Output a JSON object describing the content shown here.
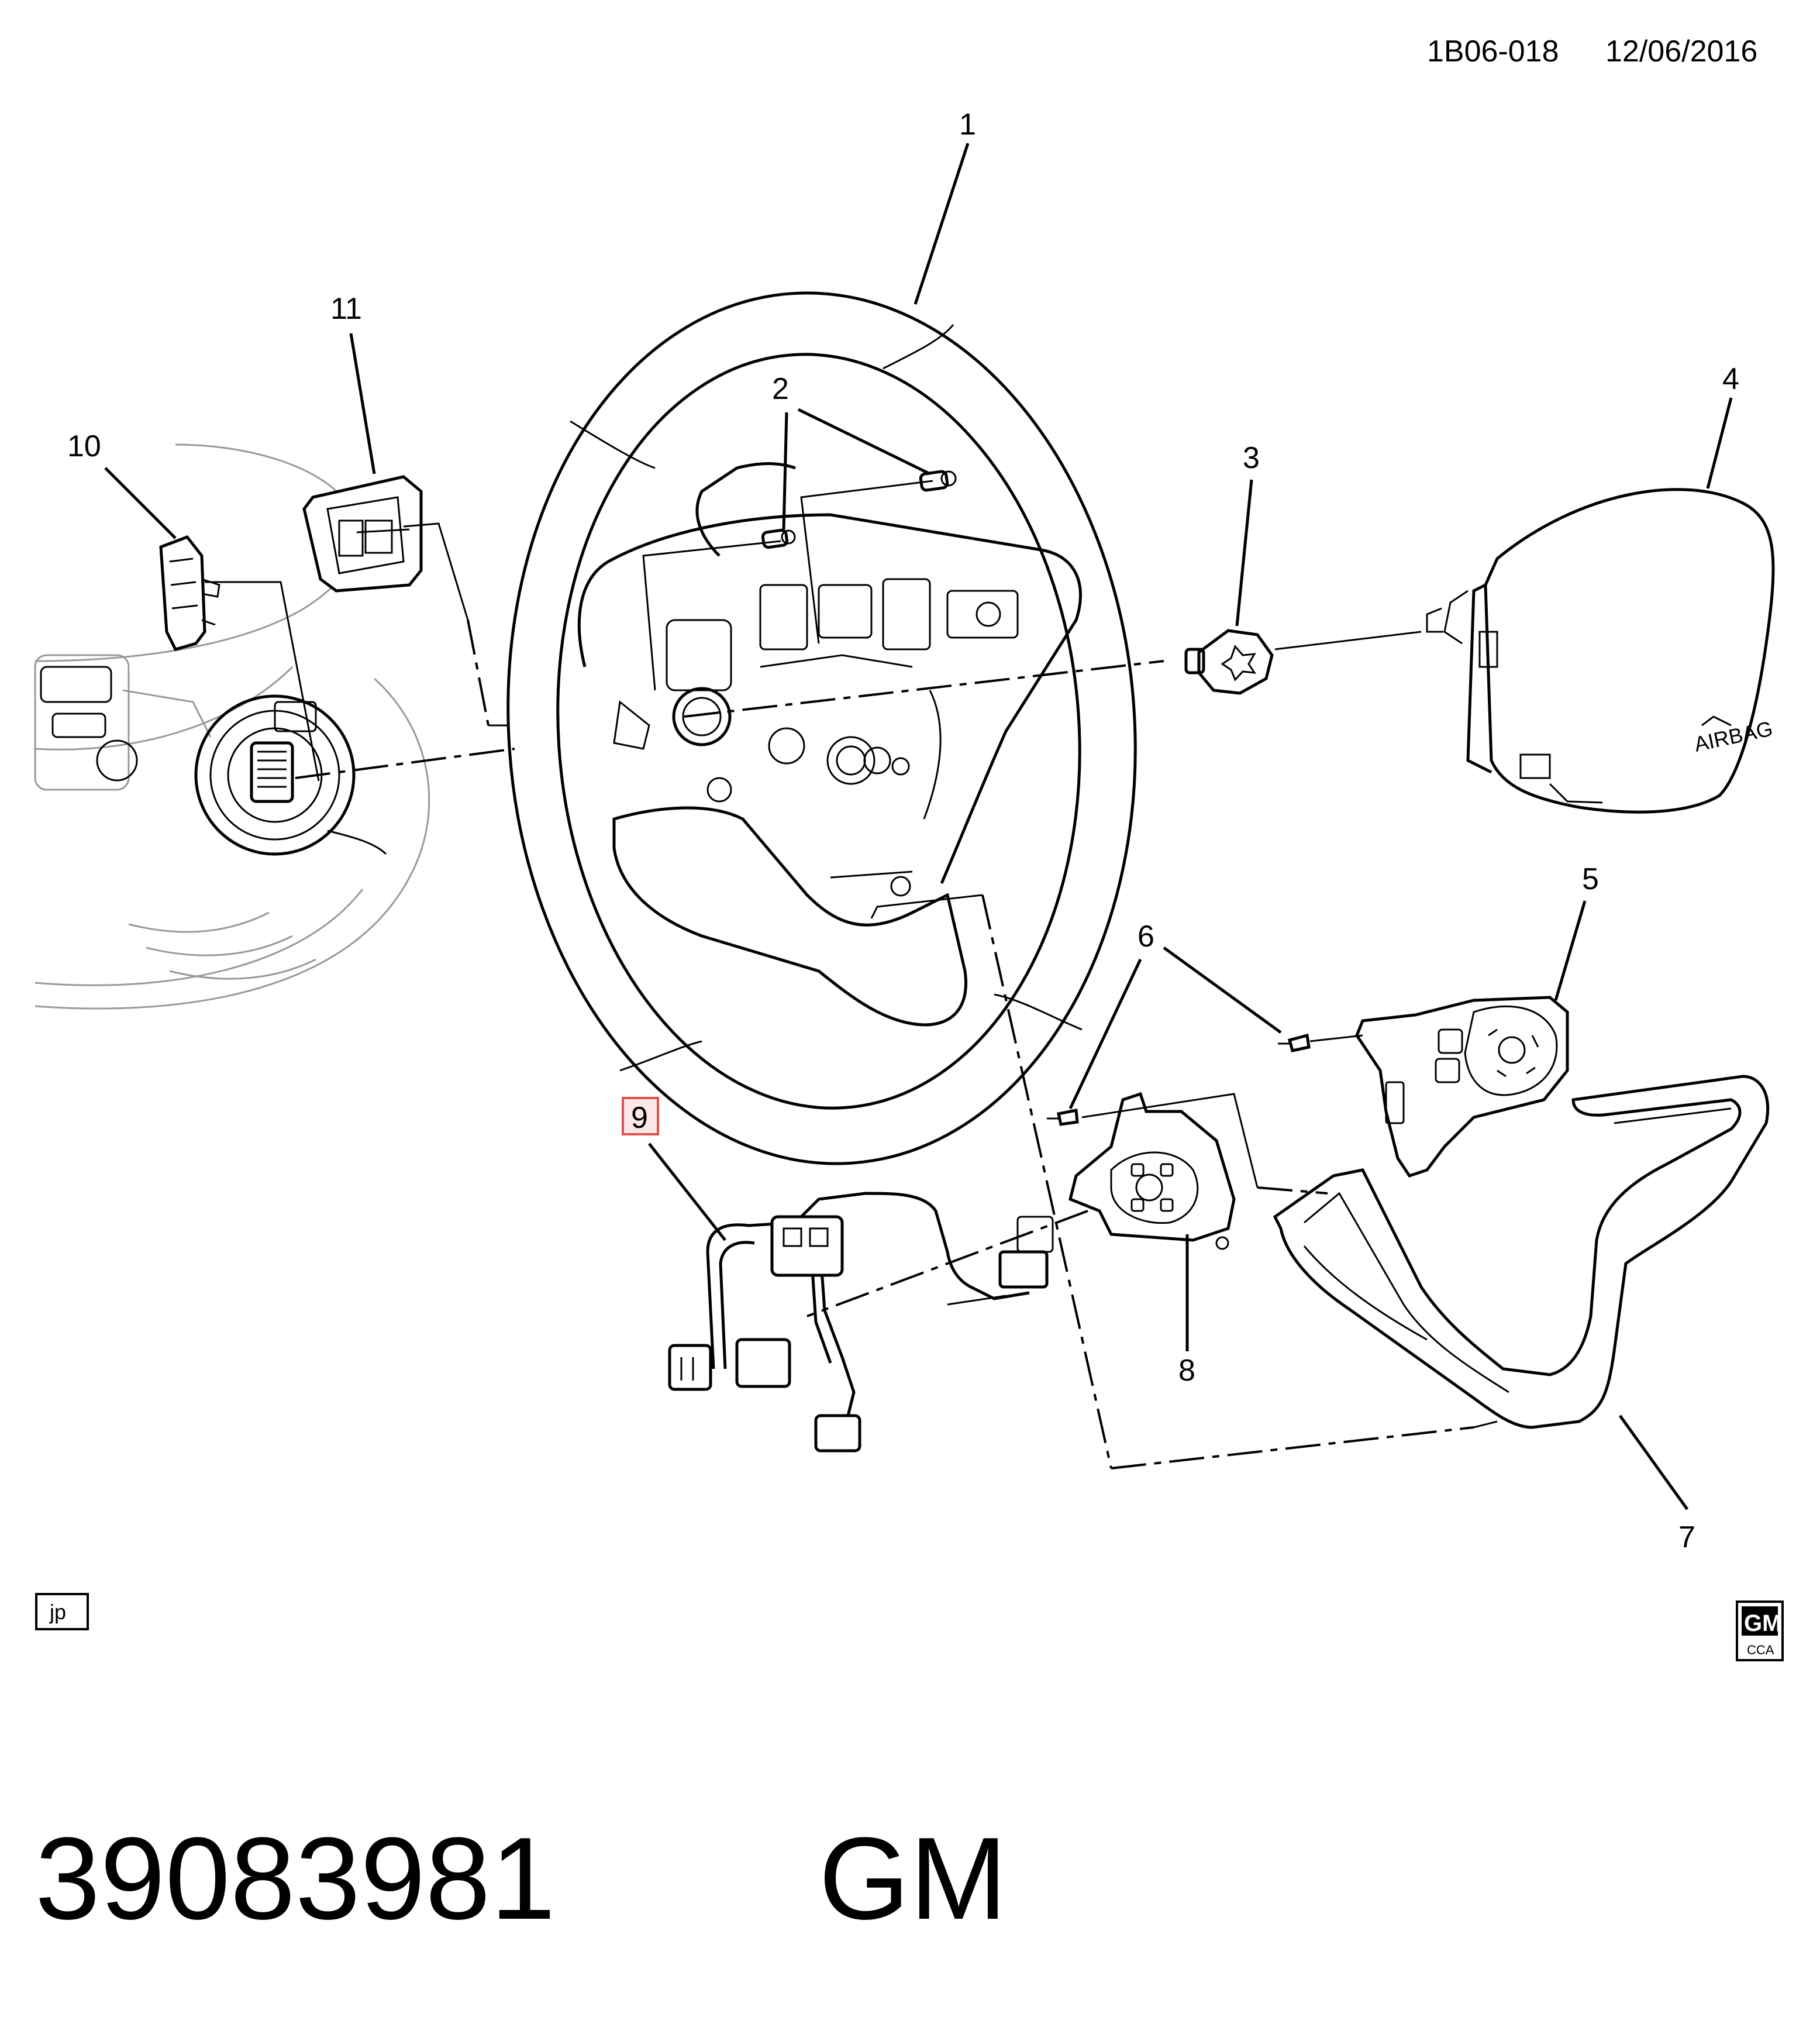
{
  "header": {
    "diagram_id": "1B06-018",
    "date": "12/06/2016"
  },
  "callouts": {
    "c1": "1",
    "c2": "2",
    "c3": "3",
    "c4": "4",
    "c5": "5",
    "c6": "6",
    "c7": "7",
    "c8": "8",
    "c9": "9",
    "c10": "10",
    "c11": "11"
  },
  "highlighted_callout": "9",
  "box_label": "jp",
  "logo": {
    "brand": "GM",
    "sub": "CCA"
  },
  "footer": {
    "part_number": "39083981",
    "brand": "GM"
  },
  "colors": {
    "ink": "#000000",
    "highlight": "#e05050",
    "highlight_fill": "#fde8e8"
  }
}
